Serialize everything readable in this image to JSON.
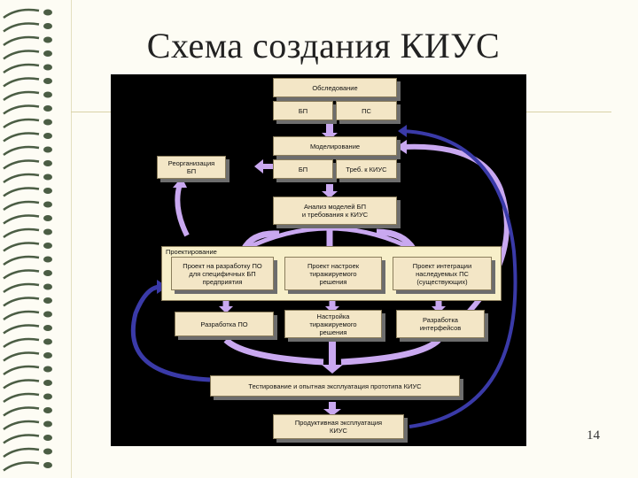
{
  "slide": {
    "title": "Схема создания КИУС",
    "page_number": "14"
  },
  "diagram": {
    "obsledovanie": "Обследование",
    "bp1": "БП",
    "ps": "ПС",
    "modelirovanie": "Моделирование",
    "reorganizaciya": "Реорганизация\nБП",
    "bp2": "БП",
    "treb_kius": "Треб. к КИУС",
    "analiz": "Анализ моделей БП\nи требования к КИУС",
    "proektirovanie": "Проектирование",
    "proekt_po": "Проект на разработку ПО\nдля специфичных БП\nпредприятия",
    "proekt_nastroek": "Проект настроек\nтиражируемого\nрешения",
    "proekt_integracii": "Проект интеграции\nнаследуемых ПС\n(существующих)",
    "razrabotka_po": "Разработка ПО",
    "nastroyka": "Настройка\nтиражируемого\nрешения",
    "razrabotka_interfeysov": "Разработка\nинтерфейсов",
    "testirovanie": "Тестирование и опытная эксплуатация прототипа КИУС",
    "produktivnaya": "Продуктивная эксплуатация\nКИУС"
  },
  "colors": {
    "diagram_background": "#000000",
    "box_fill": "#f3e6c6",
    "arrow_light": "#c9a8f0",
    "arrow_dark": "#3a3aa8",
    "spiral": "#4b5d44"
  }
}
